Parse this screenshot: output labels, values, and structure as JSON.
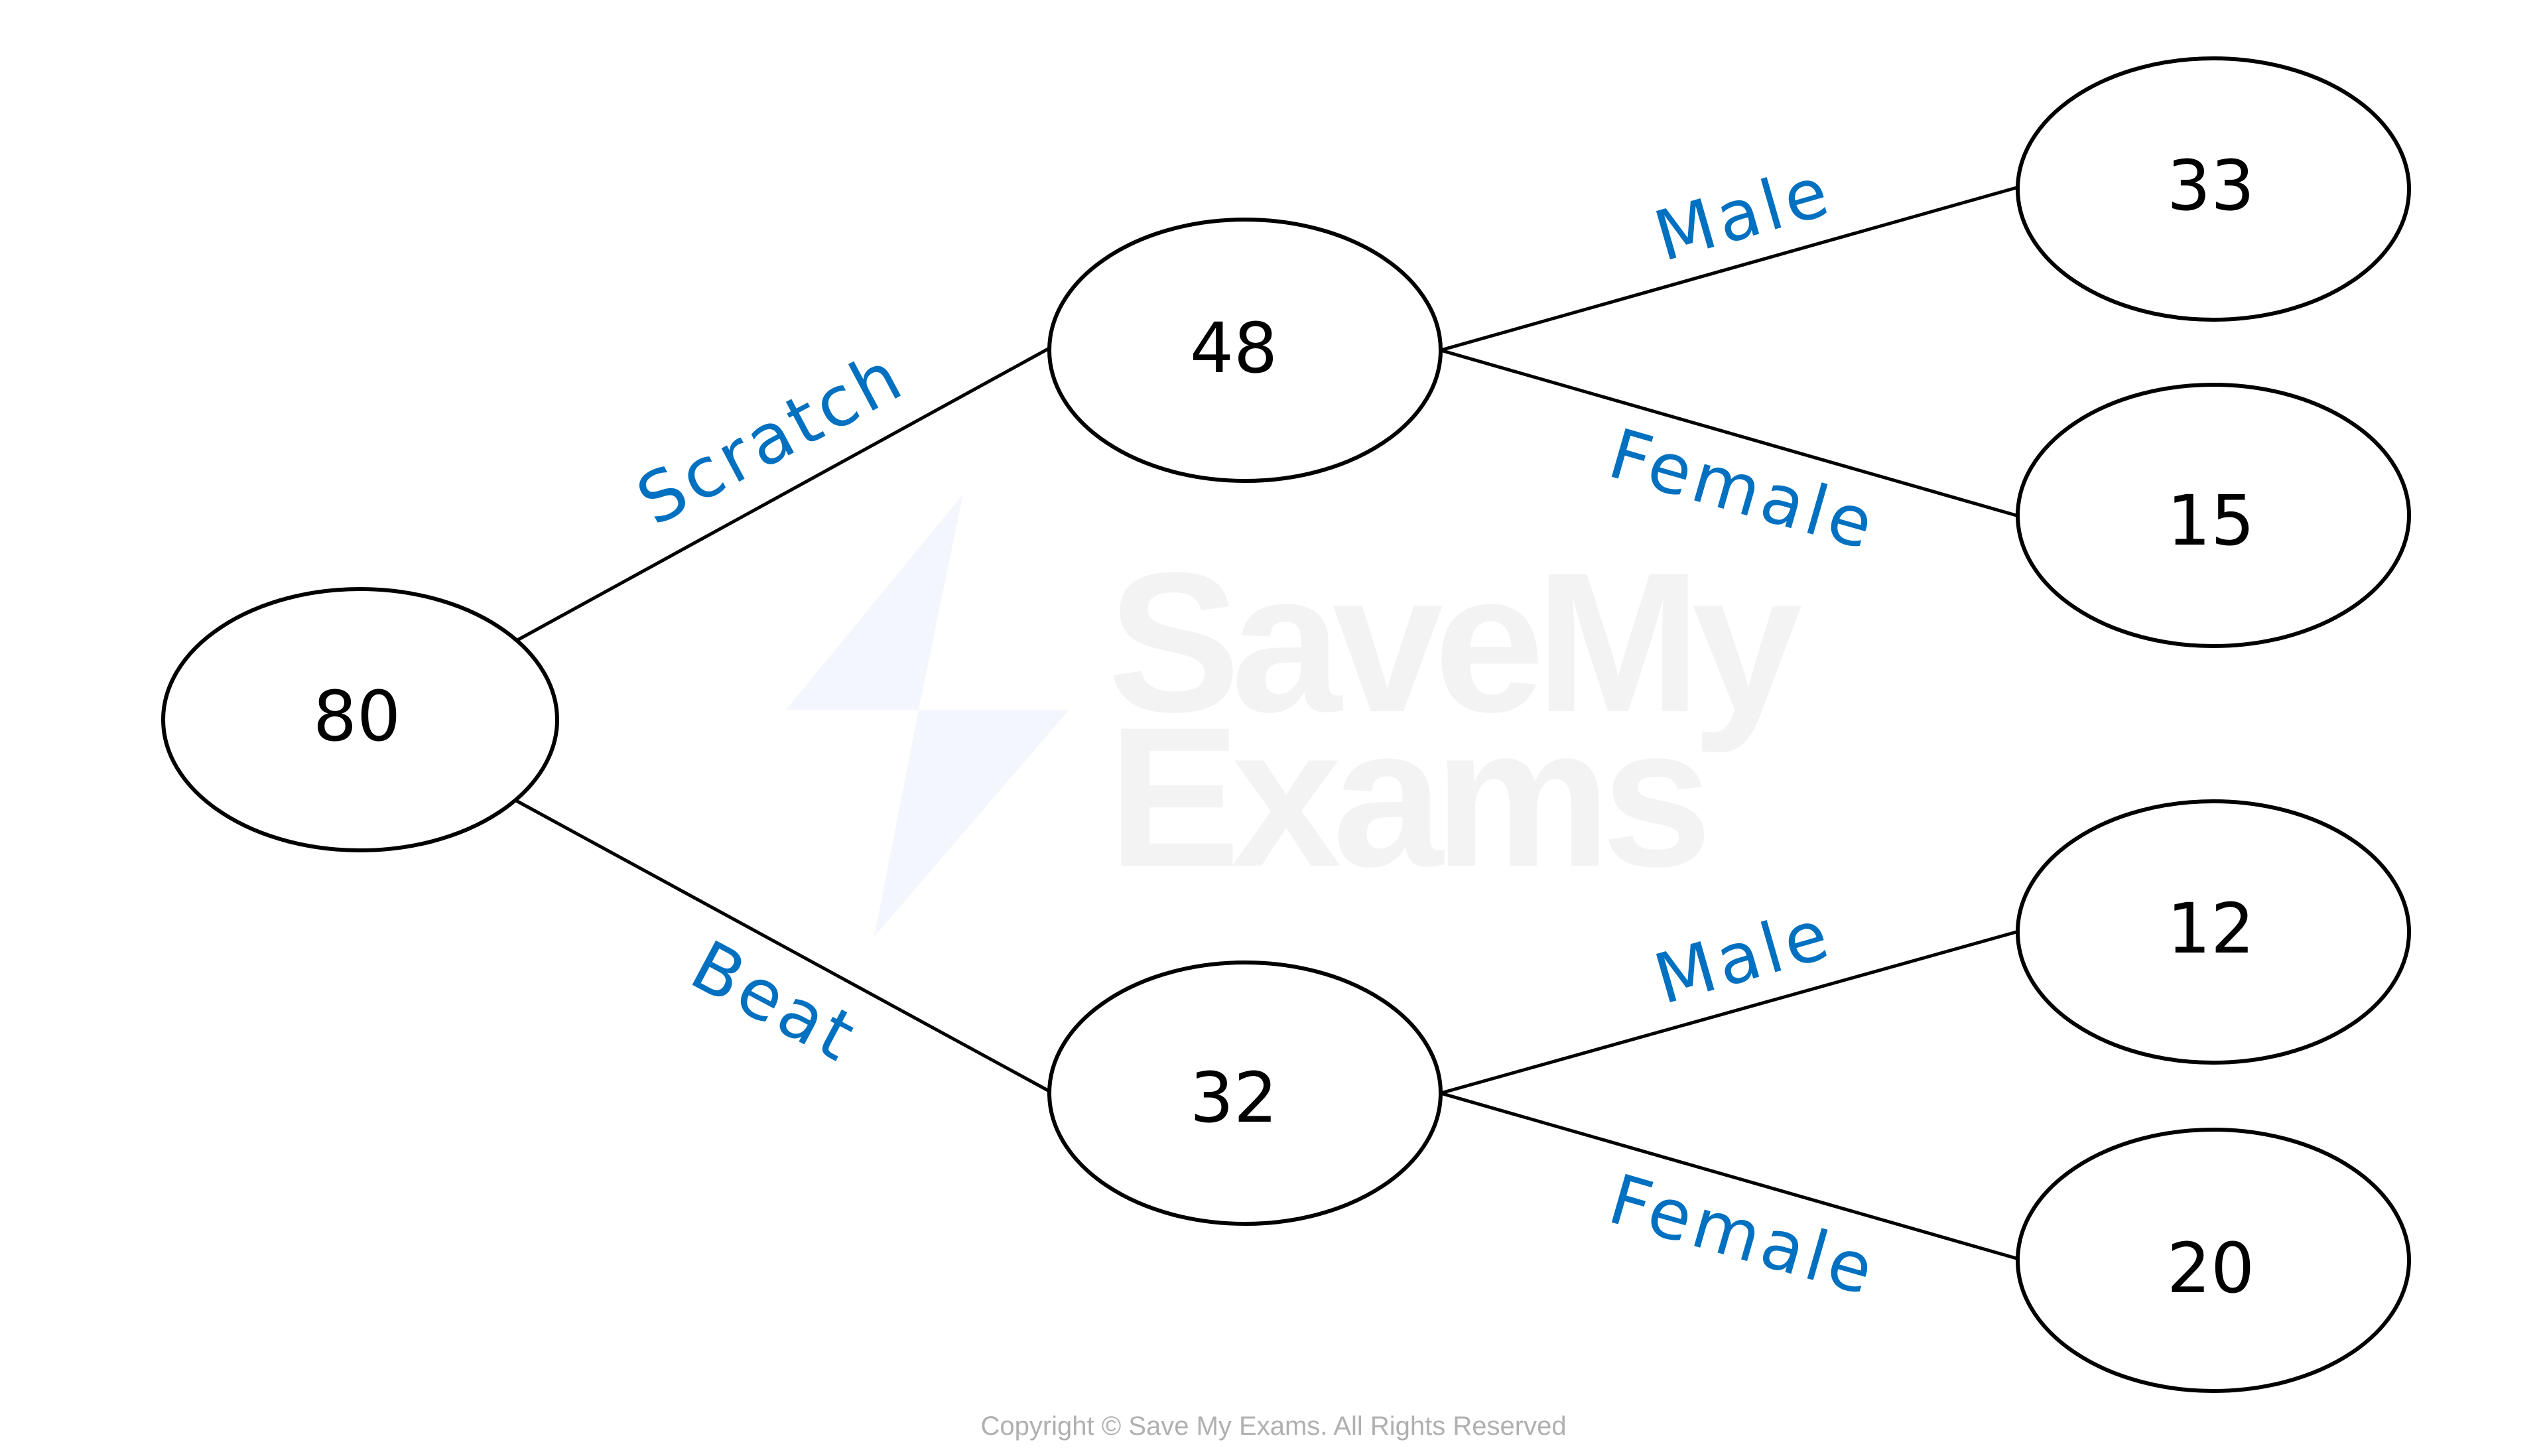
{
  "diagram": {
    "type": "frequency-tree",
    "colors": {
      "label": "#0070c0",
      "node_stroke": "#000000",
      "watermark": "#f3f3f3",
      "watermark_bolt": "#f3f6fc",
      "copyright": "#b0b0b0"
    },
    "root": {
      "value": "80"
    },
    "level1": [
      {
        "branch_label": "Scratch",
        "value": "48"
      },
      {
        "branch_label": "Beat",
        "value": "32"
      }
    ],
    "level2": [
      {
        "parent": "Scratch",
        "branch_label": "Male",
        "value": "33"
      },
      {
        "parent": "Scratch",
        "branch_label": "Female",
        "value": "15"
      },
      {
        "parent": "Beat",
        "branch_label": "Male",
        "value": "12"
      },
      {
        "parent": "Beat",
        "branch_label": "Female",
        "value": "20"
      }
    ]
  },
  "watermark": {
    "line1": "SaveMy",
    "line2": "Exams"
  },
  "footer": {
    "copyright": "Copyright © Save My Exams. All Rights Reserved"
  }
}
